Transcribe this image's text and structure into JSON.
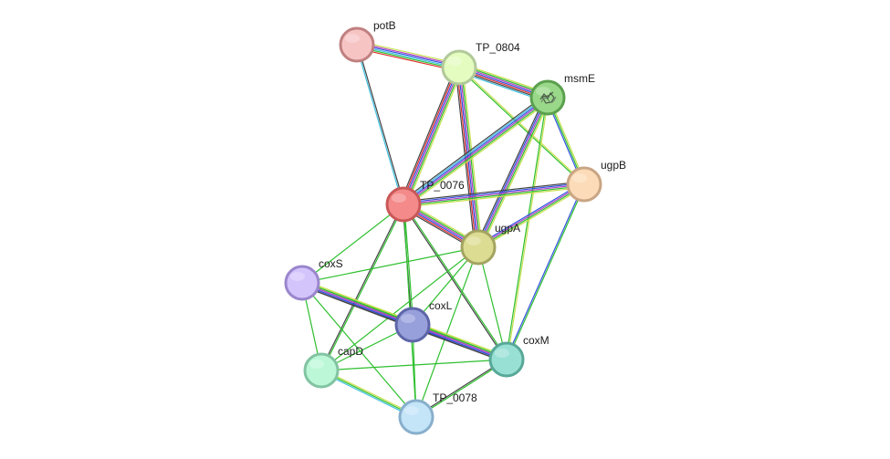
{
  "nodes": [
    {
      "id": "potB",
      "label": "potB",
      "fill": "#f7c4c4",
      "stroke": "#c08080"
    },
    {
      "id": "TP_0804",
      "label": "TP_0804",
      "fill": "#e4fcc0",
      "stroke": "#b2c99a"
    },
    {
      "id": "msmE",
      "label": "msmE",
      "fill": "#99d888",
      "stroke": "#5aa04e",
      "has_structure": true
    },
    {
      "id": "ugpB",
      "label": "ugpB",
      "fill": "#fcdcb8",
      "stroke": "#c9a585"
    },
    {
      "id": "TP_0076",
      "label": "TP_0076",
      "fill": "#f48a8a",
      "stroke": "#c95858"
    },
    {
      "id": "ugpA",
      "label": "ugpA",
      "fill": "#dcdc92",
      "stroke": "#a4a462"
    },
    {
      "id": "coxS",
      "label": "coxS",
      "fill": "#d4c4fc",
      "stroke": "#9a86cc"
    },
    {
      "id": "coxL",
      "label": "coxL",
      "fill": "#98a0dc",
      "stroke": "#5e66a8"
    },
    {
      "id": "coxM",
      "label": "coxM",
      "fill": "#98e0d4",
      "stroke": "#58a898"
    },
    {
      "id": "capD",
      "label": "capD",
      "fill": "#bcf8d8",
      "stroke": "#82c4a2"
    },
    {
      "id": "TP_0078",
      "label": "TP_0078",
      "fill": "#c4e4f8",
      "stroke": "#88afcc"
    }
  ],
  "edge_colors": {
    "green": "#2ebf2e",
    "red": "#e03030",
    "blue": "#3050e0",
    "purple": "#b040c0",
    "cyan": "#40c0e0",
    "black": "#444444",
    "yellow": "#c8e050"
  },
  "edges": [
    {
      "source": "potB",
      "target": "TP_0804",
      "colors": [
        "yellow",
        "purple",
        "blue",
        "cyan",
        "green",
        "red"
      ]
    },
    {
      "source": "potB",
      "target": "TP_0076",
      "colors": [
        "black",
        "cyan"
      ]
    },
    {
      "source": "TP_0804",
      "target": "msmE",
      "colors": [
        "yellow",
        "green",
        "purple",
        "blue",
        "red",
        "black",
        "cyan"
      ]
    },
    {
      "source": "TP_0804",
      "target": "TP_0076",
      "colors": [
        "yellow",
        "green",
        "purple",
        "blue",
        "red",
        "black"
      ]
    },
    {
      "source": "TP_0804",
      "target": "ugpA",
      "colors": [
        "yellow",
        "green",
        "purple",
        "blue",
        "red",
        "black"
      ]
    },
    {
      "source": "TP_0804",
      "target": "ugpB",
      "colors": [
        "yellow",
        "green"
      ]
    },
    {
      "source": "msmE",
      "target": "TP_0076",
      "colors": [
        "yellow",
        "green",
        "purple",
        "blue",
        "cyan",
        "black"
      ]
    },
    {
      "source": "msmE",
      "target": "ugpA",
      "colors": [
        "yellow",
        "green",
        "purple",
        "blue",
        "black"
      ]
    },
    {
      "source": "msmE",
      "target": "ugpB",
      "colors": [
        "yellow",
        "green",
        "blue"
      ]
    },
    {
      "source": "msmE",
      "target": "coxM",
      "colors": [
        "yellow",
        "green"
      ]
    },
    {
      "source": "ugpB",
      "target": "TP_0076",
      "colors": [
        "yellow",
        "green",
        "purple",
        "blue",
        "black"
      ]
    },
    {
      "source": "ugpB",
      "target": "ugpA",
      "colors": [
        "yellow",
        "green",
        "purple",
        "blue"
      ]
    },
    {
      "source": "ugpB",
      "target": "coxM",
      "colors": [
        "green",
        "blue"
      ]
    },
    {
      "source": "TP_0076",
      "target": "ugpA",
      "colors": [
        "yellow",
        "green",
        "purple",
        "blue",
        "red",
        "black"
      ]
    },
    {
      "source": "TP_0076",
      "target": "coxS",
      "colors": [
        "green"
      ]
    },
    {
      "source": "TP_0076",
      "target": "coxL",
      "colors": [
        "green",
        "black"
      ]
    },
    {
      "source": "TP_0076",
      "target": "coxM",
      "colors": [
        "green",
        "black"
      ]
    },
    {
      "source": "TP_0076",
      "target": "capD",
      "colors": [
        "green",
        "black"
      ]
    },
    {
      "source": "TP_0076",
      "target": "TP_0078",
      "colors": [
        "green"
      ]
    },
    {
      "source": "ugpA",
      "target": "coxS",
      "colors": [
        "green"
      ]
    },
    {
      "source": "ugpA",
      "target": "coxL",
      "colors": [
        "green"
      ]
    },
    {
      "source": "ugpA",
      "target": "coxM",
      "colors": [
        "green"
      ]
    },
    {
      "source": "ugpA",
      "target": "capD",
      "colors": [
        "green"
      ]
    },
    {
      "source": "ugpA",
      "target": "TP_0078",
      "colors": [
        "green"
      ]
    },
    {
      "source": "coxS",
      "target": "coxL",
      "colors": [
        "yellow",
        "green",
        "purple",
        "blue",
        "black"
      ]
    },
    {
      "source": "coxS",
      "target": "coxM",
      "colors": [
        "yellow",
        "green",
        "purple",
        "blue",
        "black"
      ]
    },
    {
      "source": "coxS",
      "target": "capD",
      "colors": [
        "green"
      ]
    },
    {
      "source": "coxS",
      "target": "TP_0078",
      "colors": [
        "green"
      ]
    },
    {
      "source": "coxL",
      "target": "coxM",
      "colors": [
        "yellow",
        "green",
        "purple",
        "blue",
        "black"
      ]
    },
    {
      "source": "coxL",
      "target": "capD",
      "colors": [
        "green"
      ]
    },
    {
      "source": "coxL",
      "target": "TP_0078",
      "colors": [
        "green"
      ]
    },
    {
      "source": "coxM",
      "target": "capD",
      "colors": [
        "green"
      ]
    },
    {
      "source": "coxM",
      "target": "TP_0078",
      "colors": [
        "green",
        "black"
      ]
    },
    {
      "source": "capD",
      "target": "TP_0078",
      "colors": [
        "yellow",
        "green",
        "cyan"
      ]
    }
  ]
}
